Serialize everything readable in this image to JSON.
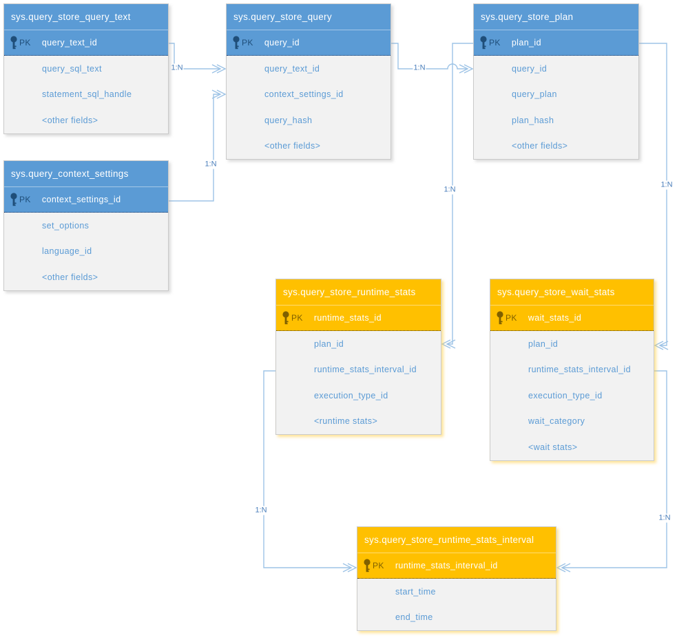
{
  "labels": {
    "pk": "PK"
  },
  "colors": {
    "blue_header": "#5b9bd5",
    "orange_header": "#ffc000",
    "field_text": "#5b9bd5",
    "pk_icon_blue": "#1f4e79",
    "pk_icon_orange": "#7f6000",
    "connector": "#9dc3e6",
    "relationship_label": "#4a7ebb",
    "body_background": "#f2f2f2"
  },
  "entities": [
    {
      "title": "sys.query_store_query_text",
      "theme": "blue",
      "pk": "query_text_id",
      "fields": [
        "query_sql_text",
        "statement_sql_handle",
        "<other fields>"
      ]
    },
    {
      "title": "sys.query_store_query",
      "theme": "blue",
      "pk": "query_id",
      "fields": [
        "query_text_id",
        "context_settings_id",
        "query_hash",
        "<other fields>"
      ]
    },
    {
      "title": "sys.query_store_plan",
      "theme": "blue",
      "pk": "plan_id",
      "fields": [
        "query_id",
        "query_plan",
        "plan_hash",
        "<other fields>"
      ]
    },
    {
      "title": "sys.query_context_settings",
      "theme": "blue",
      "pk": "context_settings_id",
      "fields": [
        "set_options",
        "language_id",
        "<other fields>"
      ]
    },
    {
      "title": "sys.query_store_runtime_stats",
      "theme": "orange",
      "pk": "runtime_stats_id",
      "fields": [
        "plan_id",
        "runtime_stats_interval_id",
        "execution_type_id",
        "<runtime stats>"
      ]
    },
    {
      "title": "sys.query_store_wait_stats",
      "theme": "orange",
      "pk": "wait_stats_id",
      "fields": [
        "plan_id",
        "runtime_stats_interval_id",
        "execution_type_id",
        "wait_category",
        "<wait stats>"
      ]
    },
    {
      "title": "sys.query_store_runtime_stats_interval",
      "theme": "orange",
      "pk": "runtime_stats_interval_id",
      "fields": [
        "start_time",
        "end_time"
      ]
    }
  ],
  "relationships": [
    {
      "from": "sys.query_store_query_text",
      "to": "sys.query_store_query",
      "label": "1:N"
    },
    {
      "from": "sys.query_context_settings",
      "to": "sys.query_store_query",
      "label": "1:N"
    },
    {
      "from": "sys.query_store_query",
      "to": "sys.query_store_plan",
      "label": "1:N"
    },
    {
      "from": "sys.query_store_plan",
      "to": "sys.query_store_runtime_stats",
      "label": "1:N"
    },
    {
      "from": "sys.query_store_plan",
      "to": "sys.query_store_wait_stats",
      "label": "1:N"
    },
    {
      "from": "sys.query_store_runtime_stats",
      "to": "sys.query_store_runtime_stats_interval",
      "label": "1:N"
    },
    {
      "from": "sys.query_store_wait_stats",
      "to": "sys.query_store_runtime_stats_interval",
      "label": "1:N"
    }
  ]
}
